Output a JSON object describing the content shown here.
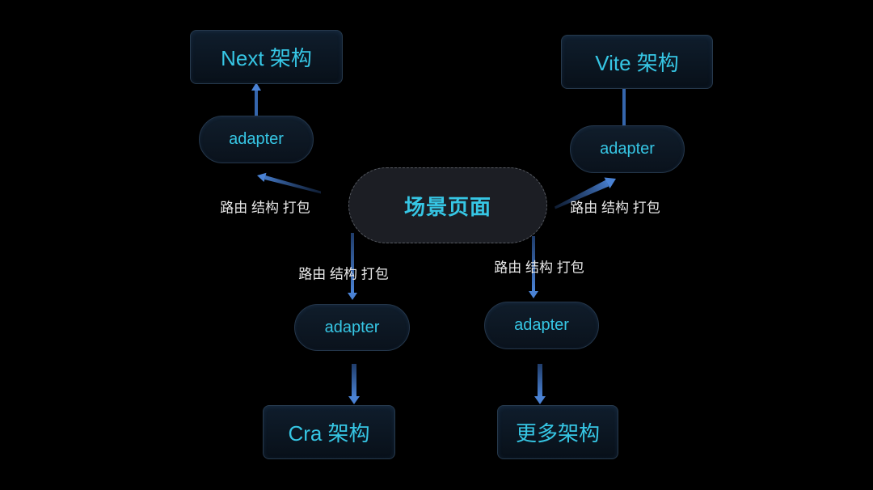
{
  "center": {
    "label": "场景页面"
  },
  "branches": [
    {
      "target": "Next 架构",
      "adapter": "adapter",
      "edge_label": "路由 结构 打包"
    },
    {
      "target": "Vite 架构",
      "adapter": "adapter",
      "edge_label": "路由 结构 打包"
    },
    {
      "target": "Cra 架构",
      "adapter": "adapter",
      "edge_label": "路由 结构 打包"
    },
    {
      "target": "更多架构",
      "adapter": "adapter",
      "edge_label": "路由 结构 打包"
    }
  ],
  "colors": {
    "background": "#000000",
    "accent_text": "#36c6e4",
    "label_text": "#e8e8e8",
    "arrow": "#3b6fbf"
  }
}
